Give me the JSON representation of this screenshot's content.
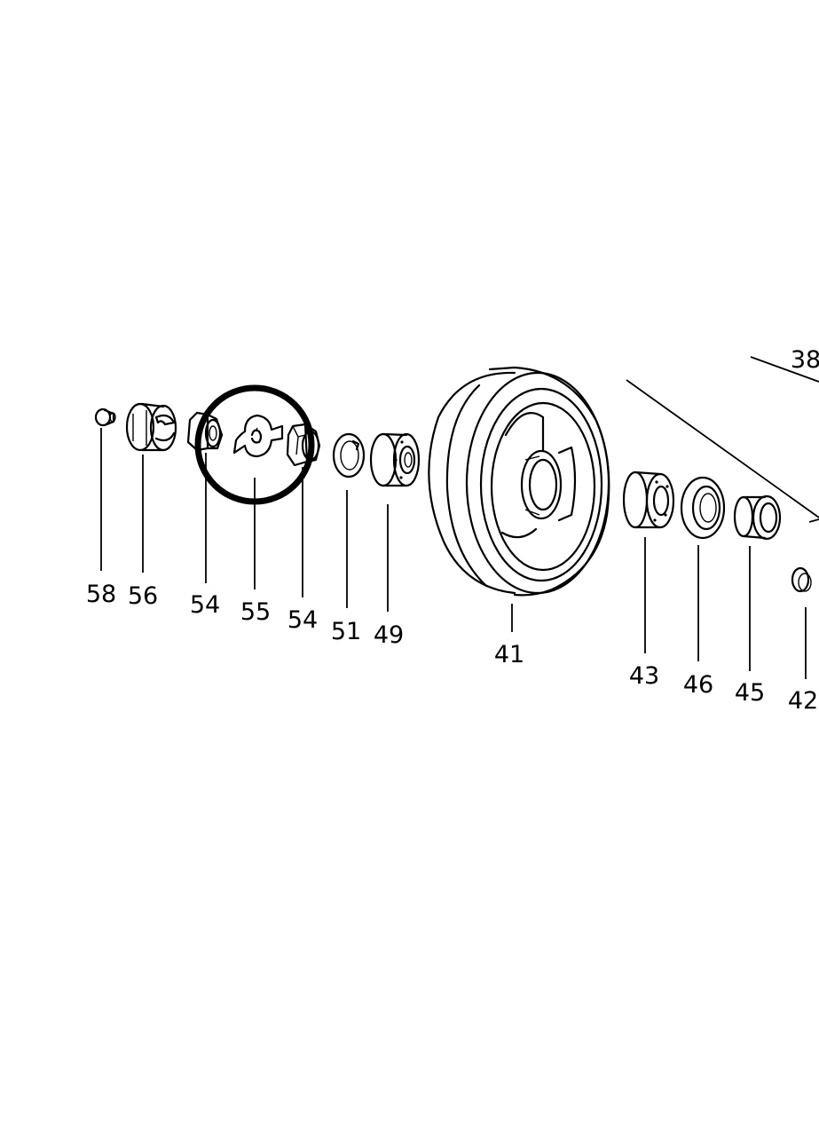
{
  "callouts": [
    {
      "id": "58",
      "label": "58"
    },
    {
      "id": "56",
      "label": "56"
    },
    {
      "id": "54a",
      "label": "54"
    },
    {
      "id": "55",
      "label": "55"
    },
    {
      "id": "54b",
      "label": "54"
    },
    {
      "id": "51",
      "label": "51"
    },
    {
      "id": "49",
      "label": "49"
    },
    {
      "id": "41",
      "label": "41"
    },
    {
      "id": "43",
      "label": "43"
    },
    {
      "id": "46",
      "label": "46"
    },
    {
      "id": "45",
      "label": "45"
    },
    {
      "id": "42",
      "label": "42"
    },
    {
      "id": "top",
      "label": "38"
    }
  ],
  "highlight": {
    "part": "55"
  },
  "colors": {
    "line": "#000000",
    "background": "#ffffff"
  }
}
